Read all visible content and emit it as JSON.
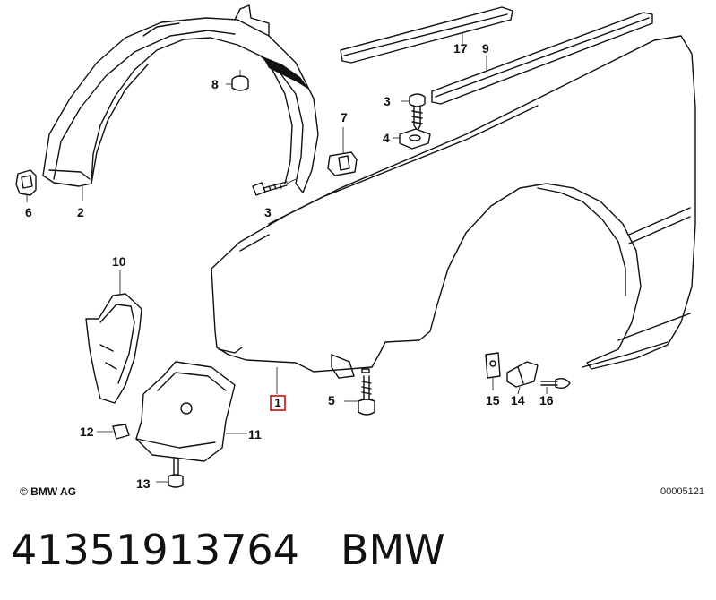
{
  "diagram": {
    "callouts": [
      {
        "id": "p1",
        "label": "1",
        "highlighted": true
      },
      {
        "id": "p2",
        "label": "2"
      },
      {
        "id": "p3a",
        "label": "3"
      },
      {
        "id": "p3b",
        "label": "3"
      },
      {
        "id": "p4",
        "label": "4"
      },
      {
        "id": "p5",
        "label": "5"
      },
      {
        "id": "p6",
        "label": "6"
      },
      {
        "id": "p7",
        "label": "7"
      },
      {
        "id": "p8",
        "label": "8"
      },
      {
        "id": "p9",
        "label": "9"
      },
      {
        "id": "p10",
        "label": "10"
      },
      {
        "id": "p11",
        "label": "11"
      },
      {
        "id": "p12",
        "label": "12"
      },
      {
        "id": "p13",
        "label": "13"
      },
      {
        "id": "p14",
        "label": "14"
      },
      {
        "id": "p15",
        "label": "15"
      },
      {
        "id": "p16",
        "label": "16"
      },
      {
        "id": "p17",
        "label": "17"
      }
    ],
    "copyright": "© BMW AG",
    "document_number": "00005121",
    "highlight_color": "#d9393a"
  },
  "footer": {
    "part_number": "41351913764",
    "brand": "BMW"
  }
}
